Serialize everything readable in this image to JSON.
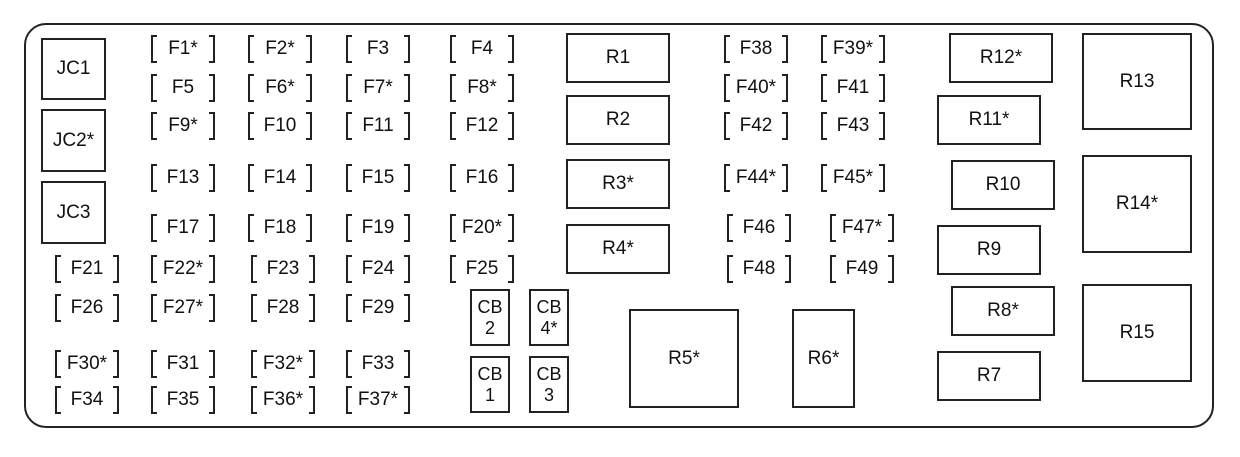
{
  "diagram": {
    "junction_connectors": [
      {
        "id": "JC1",
        "label": "JC1"
      },
      {
        "id": "JC2",
        "label": "JC2*"
      },
      {
        "id": "JC3",
        "label": "JC3"
      }
    ],
    "fuses": [
      {
        "id": "F1",
        "label": "F1*"
      },
      {
        "id": "F2",
        "label": "F2*"
      },
      {
        "id": "F3",
        "label": "F3"
      },
      {
        "id": "F4",
        "label": "F4"
      },
      {
        "id": "F5",
        "label": "F5"
      },
      {
        "id": "F6",
        "label": "F6*"
      },
      {
        "id": "F7",
        "label": "F7*"
      },
      {
        "id": "F8",
        "label": "F8*"
      },
      {
        "id": "F9",
        "label": "F9*"
      },
      {
        "id": "F10",
        "label": "F10"
      },
      {
        "id": "F11",
        "label": "F11"
      },
      {
        "id": "F12",
        "label": "F12"
      },
      {
        "id": "F13",
        "label": "F13"
      },
      {
        "id": "F14",
        "label": "F14"
      },
      {
        "id": "F15",
        "label": "F15"
      },
      {
        "id": "F16",
        "label": "F16"
      },
      {
        "id": "F17",
        "label": "F17"
      },
      {
        "id": "F18",
        "label": "F18"
      },
      {
        "id": "F19",
        "label": "F19"
      },
      {
        "id": "F20",
        "label": "F20*"
      },
      {
        "id": "F21",
        "label": "F21"
      },
      {
        "id": "F22",
        "label": "F22*"
      },
      {
        "id": "F23",
        "label": "F23"
      },
      {
        "id": "F24",
        "label": "F24"
      },
      {
        "id": "F25",
        "label": "F25"
      },
      {
        "id": "F26",
        "label": "F26"
      },
      {
        "id": "F27",
        "label": "F27*"
      },
      {
        "id": "F28",
        "label": "F28"
      },
      {
        "id": "F29",
        "label": "F29"
      },
      {
        "id": "F30",
        "label": "F30*"
      },
      {
        "id": "F31",
        "label": "F31"
      },
      {
        "id": "F32",
        "label": "F32*"
      },
      {
        "id": "F33",
        "label": "F33"
      },
      {
        "id": "F34",
        "label": "F34"
      },
      {
        "id": "F35",
        "label": "F35"
      },
      {
        "id": "F36",
        "label": "F36*"
      },
      {
        "id": "F37",
        "label": "F37*"
      },
      {
        "id": "F38",
        "label": "F38"
      },
      {
        "id": "F39",
        "label": "F39*"
      },
      {
        "id": "F40",
        "label": "F40*"
      },
      {
        "id": "F41",
        "label": "F41"
      },
      {
        "id": "F42",
        "label": "F42"
      },
      {
        "id": "F43",
        "label": "F43"
      },
      {
        "id": "F44",
        "label": "F44*"
      },
      {
        "id": "F45",
        "label": "F45*"
      },
      {
        "id": "F46",
        "label": "F46"
      },
      {
        "id": "F47",
        "label": "F47*"
      },
      {
        "id": "F48",
        "label": "F48"
      },
      {
        "id": "F49",
        "label": "F49"
      }
    ],
    "circuit_breakers": [
      {
        "id": "CB2",
        "line1": "CB",
        "line2": "2"
      },
      {
        "id": "CB4",
        "line1": "CB",
        "line2": "4*"
      },
      {
        "id": "CB1",
        "line1": "CB",
        "line2": "1"
      },
      {
        "id": "CB3",
        "line1": "CB",
        "line2": "3"
      }
    ],
    "relays": [
      {
        "id": "R1",
        "label": "R1"
      },
      {
        "id": "R2",
        "label": "R2"
      },
      {
        "id": "R3",
        "label": "R3*"
      },
      {
        "id": "R4",
        "label": "R4*"
      },
      {
        "id": "R5",
        "label": "R5*"
      },
      {
        "id": "R6",
        "label": "R6*"
      },
      {
        "id": "R7",
        "label": "R7"
      },
      {
        "id": "R8",
        "label": "R8*"
      },
      {
        "id": "R9",
        "label": "R9"
      },
      {
        "id": "R10",
        "label": "R10"
      },
      {
        "id": "R11",
        "label": "R11*"
      },
      {
        "id": "R12",
        "label": "R12*"
      },
      {
        "id": "R13",
        "label": "R13"
      },
      {
        "id": "R14",
        "label": "R14*"
      },
      {
        "id": "R15",
        "label": "R15"
      }
    ]
  }
}
